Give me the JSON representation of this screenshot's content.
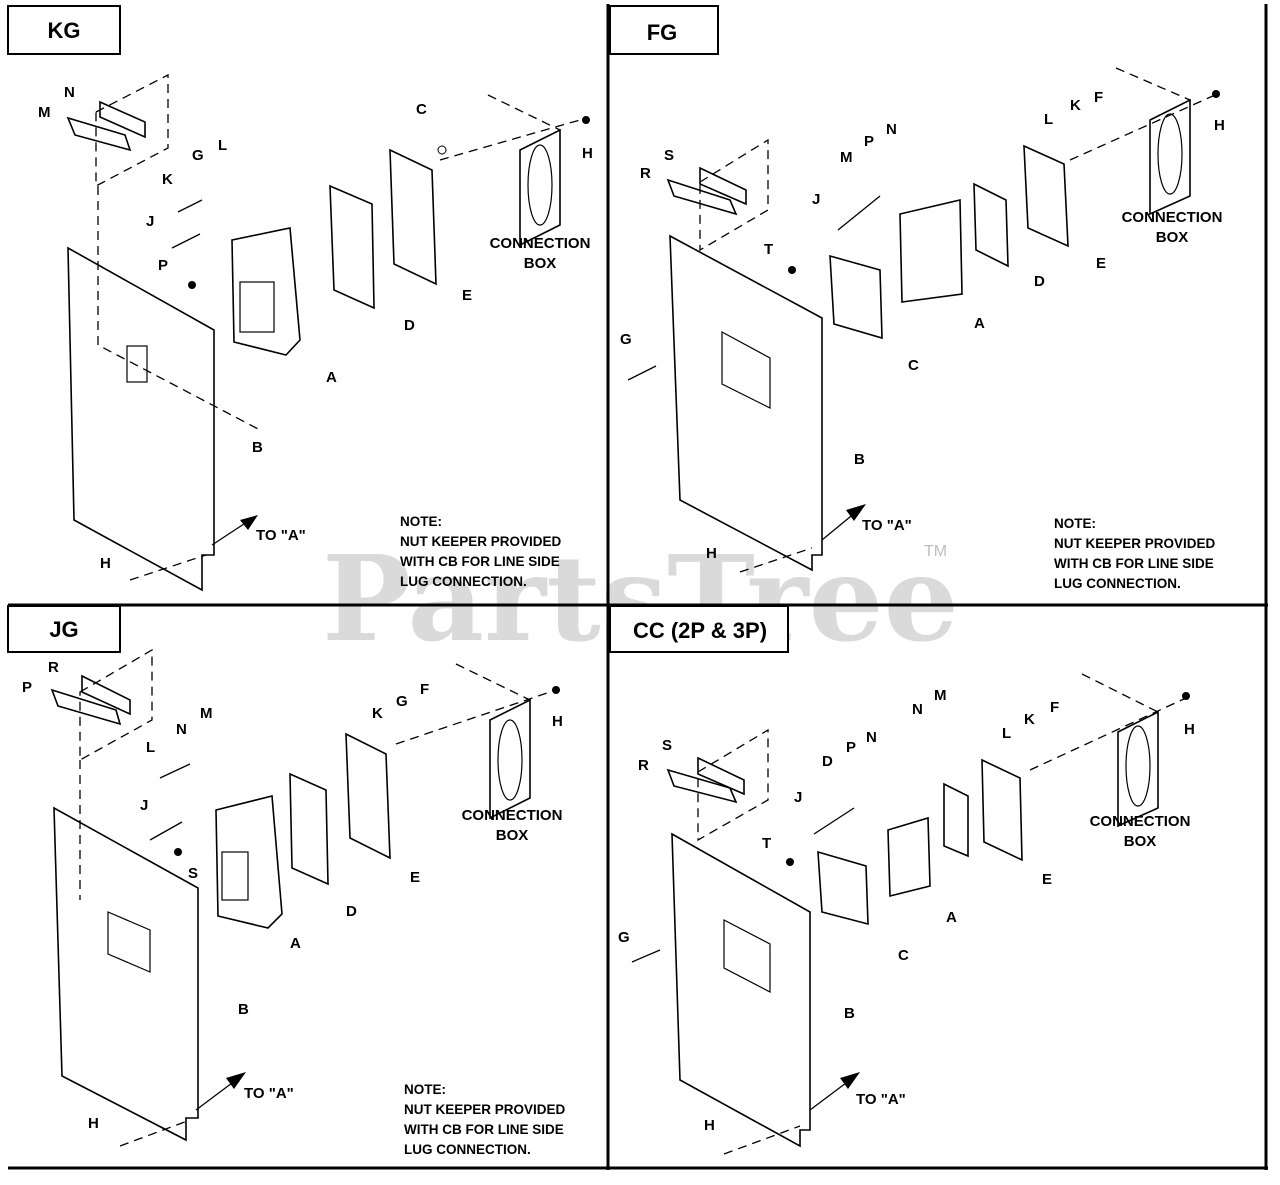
{
  "watermark": {
    "text": "PartsTree",
    "tm": "TM"
  },
  "panels": [
    {
      "id": "kg",
      "tag": "KG",
      "connection_box": [
        "CONNECTION",
        "BOX"
      ],
      "arrow_label": "TO \"A\"",
      "note": [
        "NOTE:",
        "NUT KEEPER PROVIDED",
        "WITH CB FOR LINE SIDE",
        "LUG CONNECTION."
      ],
      "callouts": [
        "N",
        "M",
        "C",
        "H",
        "G",
        "L",
        "K",
        "J",
        "P",
        "A",
        "D",
        "E",
        "B",
        "H"
      ]
    },
    {
      "id": "fg",
      "tag": "FG",
      "connection_box": [
        "CONNECTION",
        "BOX"
      ],
      "arrow_label": "TO \"A\"",
      "note": [
        "NOTE:",
        "NUT KEEPER PROVIDED",
        "WITH CB FOR LINE SIDE",
        "LUG CONNECTION."
      ],
      "callouts": [
        "H",
        "F",
        "K",
        "L",
        "S",
        "R",
        "M",
        "P",
        "N",
        "J",
        "T",
        "A",
        "D",
        "E",
        "G",
        "C",
        "B",
        "H"
      ]
    },
    {
      "id": "jg",
      "tag": "JG",
      "connection_box": [
        "CONNECTION",
        "BOX"
      ],
      "arrow_label": "TO \"A\"",
      "note": [
        "NOTE:",
        "NUT KEEPER PROVIDED",
        "WITH CB FOR LINE SIDE",
        "LUG CONNECTION."
      ],
      "callouts": [
        "R",
        "P",
        "H",
        "K",
        "G",
        "F",
        "M",
        "N",
        "L",
        "J",
        "S",
        "A",
        "D",
        "E",
        "B",
        "H"
      ]
    },
    {
      "id": "cc",
      "tag": "CC (2P & 3P)",
      "connection_box": [
        "CONNECTION",
        "BOX"
      ],
      "arrow_label": "TO \"A\"",
      "note": [],
      "callouts": [
        "M",
        "N",
        "H",
        "S",
        "R",
        "P",
        "N",
        "D",
        "L",
        "K",
        "F",
        "J",
        "T",
        "A",
        "E",
        "C",
        "G",
        "B",
        "H"
      ]
    }
  ]
}
